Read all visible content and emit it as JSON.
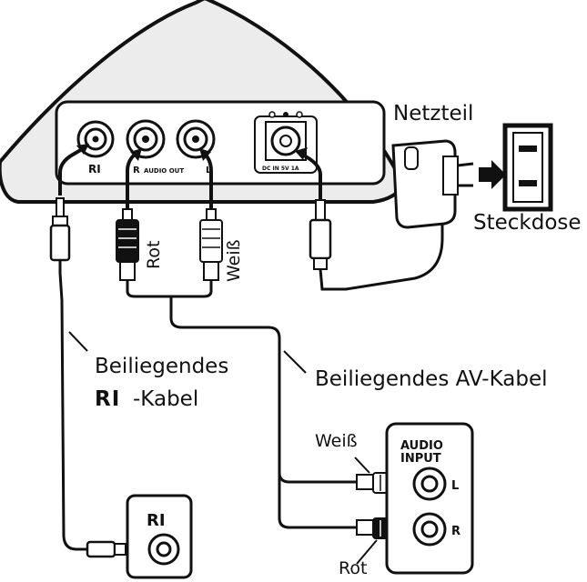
{
  "device": {
    "port_ri": "RI",
    "port_r": "R",
    "audio_out": "AUDIO OUT",
    "port_l": "L",
    "dc_in": "DC IN 5V 1A"
  },
  "labels": {
    "power_adapter": "Netzteil",
    "outlet": "Steckdose",
    "red": "Rot",
    "white": "Weiß",
    "ri_cable_line1": "Beiliegendes",
    "ri_cable_line2": "-Kabel",
    "ri_cable_logo": "RI",
    "av_cable": "Beiliegendes AV-Kabel",
    "white_bottom": "Weiß",
    "red_bottom": "Rot"
  },
  "audio_input": {
    "title_line1": "AUDIO",
    "title_line2": "INPUT",
    "port_l": "L",
    "port_r": "R"
  },
  "ri_jack_box": {
    "logo": "RI"
  },
  "colors": {
    "ink": "#111111",
    "device_fill": "#ececec"
  }
}
